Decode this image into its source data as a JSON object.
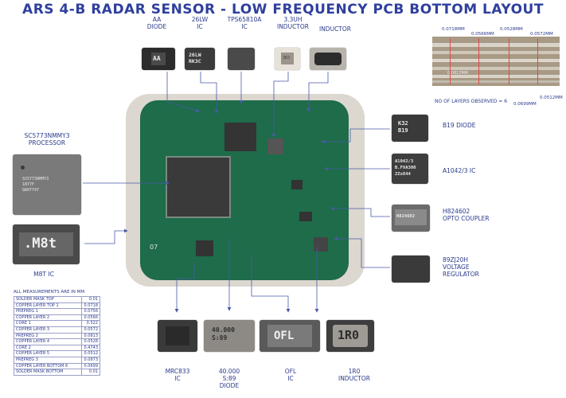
{
  "title": "ARS 4-B RADAR SENSOR - LOW FREQUENCY PCB BOTTOM LAYOUT",
  "top_components": [
    {
      "label": "AA\nDIODE",
      "marking": "AA"
    },
    {
      "label": "26LW\nIC",
      "marking": "26LW\nRK3C"
    },
    {
      "label": "TPS65810A\nIC",
      "marking": ""
    },
    {
      "label": "3.3UH\nINDUCTOR",
      "marking": "3R3"
    },
    {
      "label": "INDUCTOR",
      "marking": ""
    }
  ],
  "right_components": [
    {
      "label": "B19 DIODE",
      "marking": "K32\nB19"
    },
    {
      "label": "A1042/3 IC",
      "marking": "A1042/3\nB.FVA300\n2Zx844"
    },
    {
      "label": "H824602\nOPTO COUPLER",
      "marking": "H824602"
    },
    {
      "label": "89ZJ20H\nVOLTAGE\nREGULATOR",
      "marking": ""
    }
  ],
  "left_components": [
    {
      "label": "SC5773NMMY3\nPROCESSOR",
      "marking": "SC5773NMMY3\n1N77F\nQAH7747"
    },
    {
      "label": "M8T IC",
      "marking": ".M8t"
    }
  ],
  "bottom_components": [
    {
      "label": "MRC833\nIC",
      "marking": ""
    },
    {
      "label": "40.000\nS:89\nDIODE",
      "marking": "40.000\nS:89"
    },
    {
      "label": "OFL\nIC",
      "marking": "OFL"
    },
    {
      "label": "1R0\nINDUCTOR",
      "marking": "1R0"
    }
  ],
  "cross_section": {
    "values": [
      "0.0718MM",
      "0.0566MM",
      "0.0528MM",
      "0.0572MM",
      "0.0699MM",
      "0.0512MM",
      "0.0813MM"
    ],
    "note": "NO OF LAYERS OBSERVED = 6"
  },
  "board_text": "07",
  "measurements": {
    "title": "ALL MEASUREMENTS ARE IN MM",
    "rows": [
      [
        "SOLDER MASK TOP",
        "0.01"
      ],
      [
        "COPPER LAYER TOP 1",
        "0.0718"
      ],
      [
        "PREPREG 1",
        "0.0756"
      ],
      [
        "COPPER LAYER 2",
        "0.0566"
      ],
      [
        "CORE 1",
        "0.522"
      ],
      [
        "COPPER LAYER 3",
        "0.0572"
      ],
      [
        "PREPREG 2",
        "0.0813"
      ],
      [
        "COPPER LAYER 4",
        "0.0528"
      ],
      [
        "CORE 2",
        "0.4743"
      ],
      [
        "COPPER LAYER 5",
        "0.0512"
      ],
      [
        "PREPREG 3",
        "0.0873"
      ],
      [
        "COPPER LAYER BOTTOM 6",
        "0.0699"
      ],
      [
        "SOLDER MASK BOTTOM",
        "0.01"
      ]
    ]
  },
  "colors": {
    "text": "#2b3a8c",
    "arrow": "#4a5aa8",
    "pcb": "#1e6c4a"
  }
}
